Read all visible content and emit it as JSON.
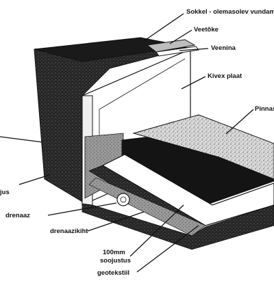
{
  "labels": {
    "sokkel": "Sokkel - olemasolev vundament",
    "veetoke": "Veetõke",
    "veenina": "Veenina",
    "kivex": "Kivex plaat",
    "pinnas": "Pinnas",
    "justus": "jus",
    "drenaaz": "drenaaz",
    "drenaazikiht": "drenaazikiht",
    "soojustus_line1": "100mm",
    "soojustus_line2": "soojustus",
    "geotekstiil": "geotekstiil"
  },
  "colors": {
    "wall": "#1c1c1c",
    "ink": "#111111",
    "soil": "#2a2a2a",
    "gravel": "#3a3a3a",
    "paper": "#ffffff"
  }
}
